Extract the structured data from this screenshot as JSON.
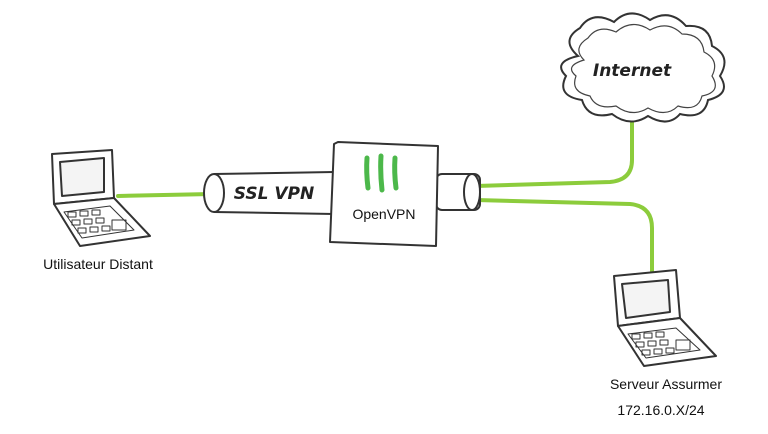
{
  "nodes": {
    "internet_label": "Internet",
    "tunnel_label": "SSL VPN",
    "gateway_label": "OpenVPN",
    "remote_user_label": "Utilisateur Distant",
    "server_label": "Serveur Assurmer",
    "server_subnet": "172.16.0.X/24"
  },
  "colors": {
    "link": "#8ccc3c",
    "gateway_bars": "#4cb84a",
    "outline": "#333333"
  },
  "icons": [
    "laptop-icon",
    "cloud-icon",
    "firewall-icon",
    "tunnel-icon"
  ]
}
